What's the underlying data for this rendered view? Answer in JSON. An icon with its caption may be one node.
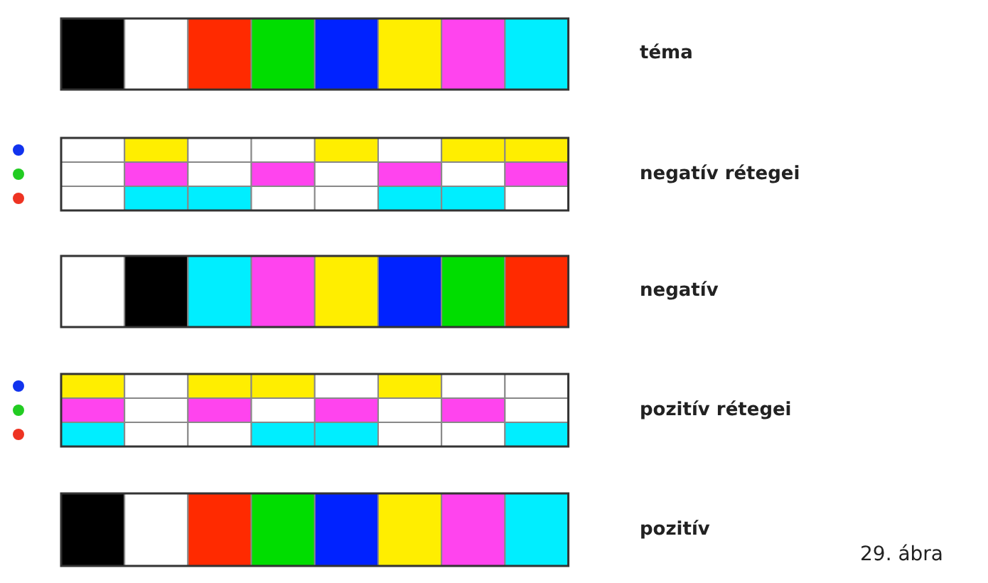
{
  "diagram": {
    "caption": "29. ábra",
    "labels": [
      "téma",
      "negatív rétegei",
      "negatív",
      "pozitív rétegei",
      "pozitív"
    ]
  }
}
